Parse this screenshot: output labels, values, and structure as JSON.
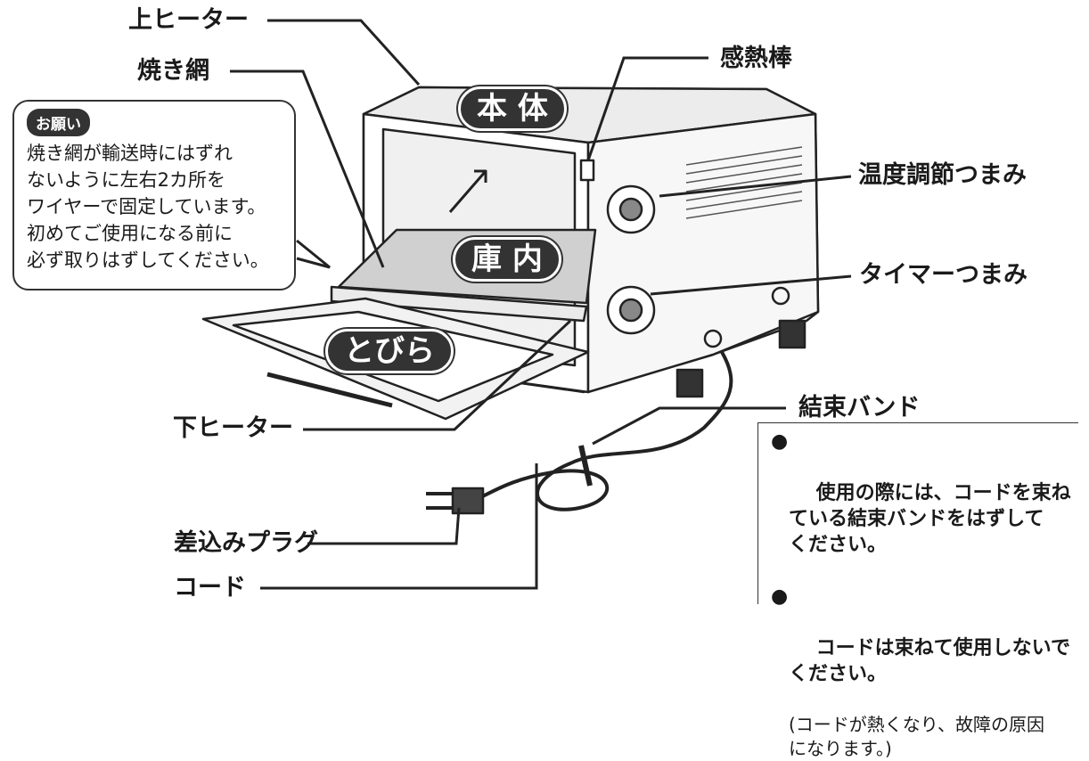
{
  "labels": {
    "upper_heater": "上ヒーター",
    "grill_net": "焼き網",
    "heat_rod": "感熱棒",
    "temp_knob": "温度調節つまみ",
    "timer_knob": "タイマーつまみ",
    "band": "結束バンド",
    "lower_heater": "下ヒーター",
    "plug": "差込みプラグ",
    "cord": "コード"
  },
  "pills": {
    "body": "本 体",
    "interior": "庫 内",
    "door": "とびら"
  },
  "note": {
    "tag": "お願い",
    "text": "焼き網が輸送時にはずれ\nないように左右2カ所を\nワイヤーで固定しています。\n初めてご使用になる前に\n必ず取りはずしてください。"
  },
  "caution": {
    "bullet1": "使用の際には、コードを束ね\nている結束バンドをはずして\nください。",
    "bullet2": "コードは束ねて使用しないで\nください。",
    "sub": "(コードが熱くなり、故障の原因\nになります。)"
  }
}
